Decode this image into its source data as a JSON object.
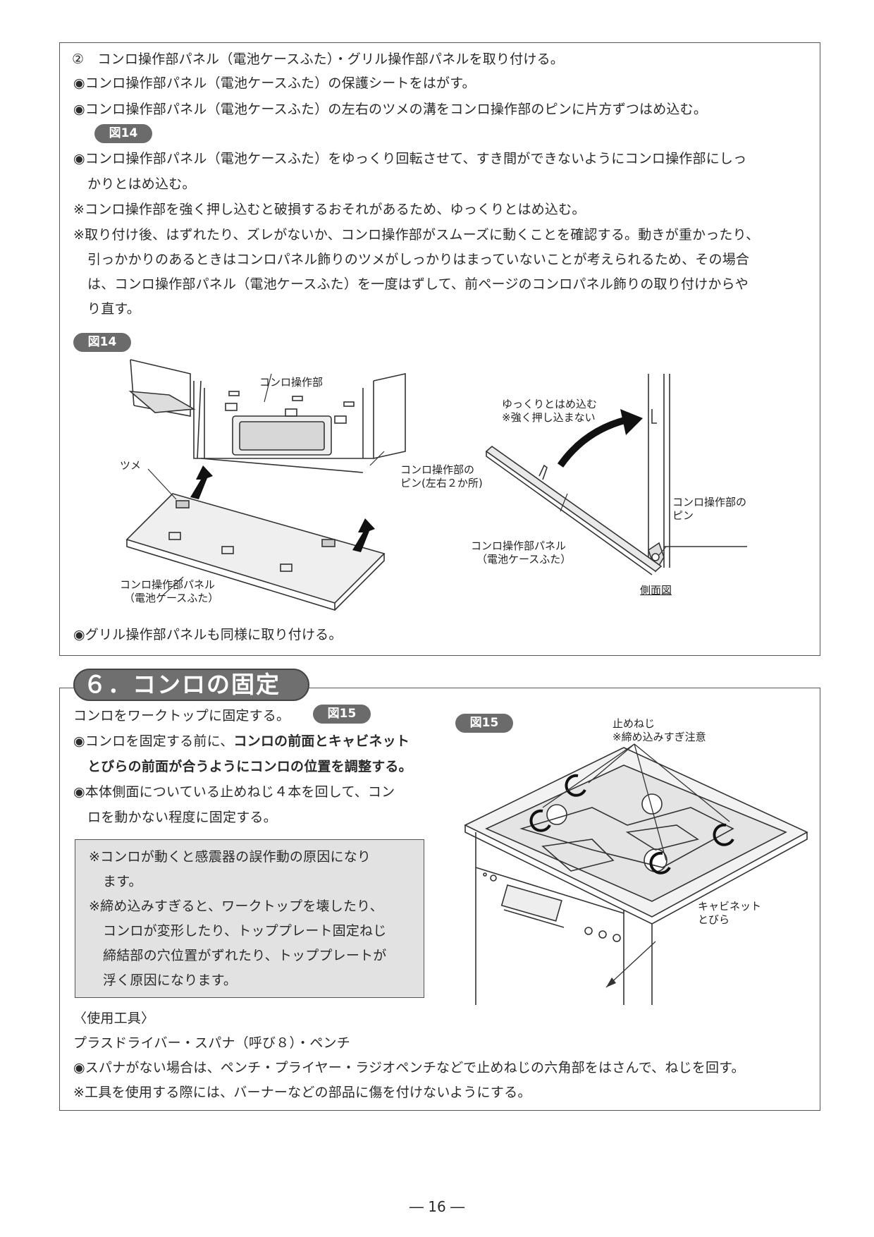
{
  "section1": {
    "step_title": "②　コンロ操作部パネル（電池ケースふた）・グリル操作部パネルを取り付ける。",
    "bullet1": "◉コンロ操作部パネル（電池ケースふた）の保護シートをはがす。",
    "bullet2": "◉コンロ操作部パネル（電池ケースふた）の左右のツメの溝をコンロ操作部のピンに片方ずつはめ込む。",
    "bullet2_ref": "図14",
    "bullet3_line1": "◉コンロ操作部パネル（電池ケースふた）をゆっくり回転させて、すき間ができないようにコンロ操作部にしっ",
    "bullet3_line2": "かりとはめ込む。",
    "note1": "※コンロ操作部を強く押し込むと破損するおそれがあるため、ゆっくりとはめ込む。",
    "note2_line1": "※取り付け後、はずれたり、ズレがないか、コンロ操作部がスムーズに動くことを確認する。動きが重かったり、",
    "note2_line2": "引っかかりのあるときはコンロパネル飾りのツメがしっかりはまっていないことが考えられるため、その場合",
    "note2_line3": "は、コンロ操作部パネル（電池ケースふた）を一度はずして、前ページのコンロパネル飾りの取り付けからや",
    "note2_line4": "り直す。",
    "figure_badge": "図14",
    "fig_labels": {
      "control_unit": "コンロ操作部",
      "tab": "ツメ",
      "pin_line1": "コンロ操作部の",
      "pin_line2": "ピン(左右２か所)",
      "panel_line1": "コンロ操作部パネル",
      "panel_line2": "（電池ケースふた）",
      "slow_line1": "ゆっくりとはめ込む",
      "slow_line2": "※強く押し込まない",
      "side_pin_line1": "コンロ操作部の",
      "side_pin_line2": "ピン",
      "side_panel_line1": "コンロ操作部パネル",
      "side_panel_line2": "（電池ケースふた）",
      "side_view": "側面図"
    },
    "grill_note": "◉グリル操作部パネルも同様に取り付ける。"
  },
  "section2": {
    "title": "６．コンロの固定",
    "intro": "コンロをワークトップに固定する。",
    "intro_ref": "図15",
    "bullet1_a": "◉コンロを固定する前に、",
    "bullet1_b": "コンロの前面とキャビネット",
    "bullet1_c": "とびらの前面が合うようにコンロの位置を調整する。",
    "bullet2_line1": "◉本体側面についている止めねじ４本を回して、コン",
    "bullet2_line2": "ロを動かない程度に固定する。",
    "note_box": {
      "line1": "※コンロが動くと感震器の誤作動の原因になり",
      "line2": "ます。",
      "line3": "※締め込みすぎると、ワークトップを壊したり、",
      "line4": "コンロが変形したり、トッププレート固定ねじ",
      "line5": "締結部の穴位置がずれたり、トッププレートが",
      "line6": "浮く原因になります。"
    },
    "tools_heading": "〈使用工具〉",
    "tools": "プラスドライバー・スパナ（呼び８）・ペンチ",
    "tip": "◉スパナがない場合は、ペンチ・プライヤー・ラジオペンチなどで止めねじの六角部をはさんで、ねじを回す。",
    "caution": "※工具を使用する際には、バーナーなどの部品に傷を付けないようにする。",
    "figure_badge": "図15",
    "fig_labels": {
      "screw_line1": "止めねじ",
      "screw_line2": "※締め込みすぎ注意",
      "cabinet_line1": "キャビネット",
      "cabinet_line2": "とびら"
    }
  },
  "page_number": "― 16 ―"
}
